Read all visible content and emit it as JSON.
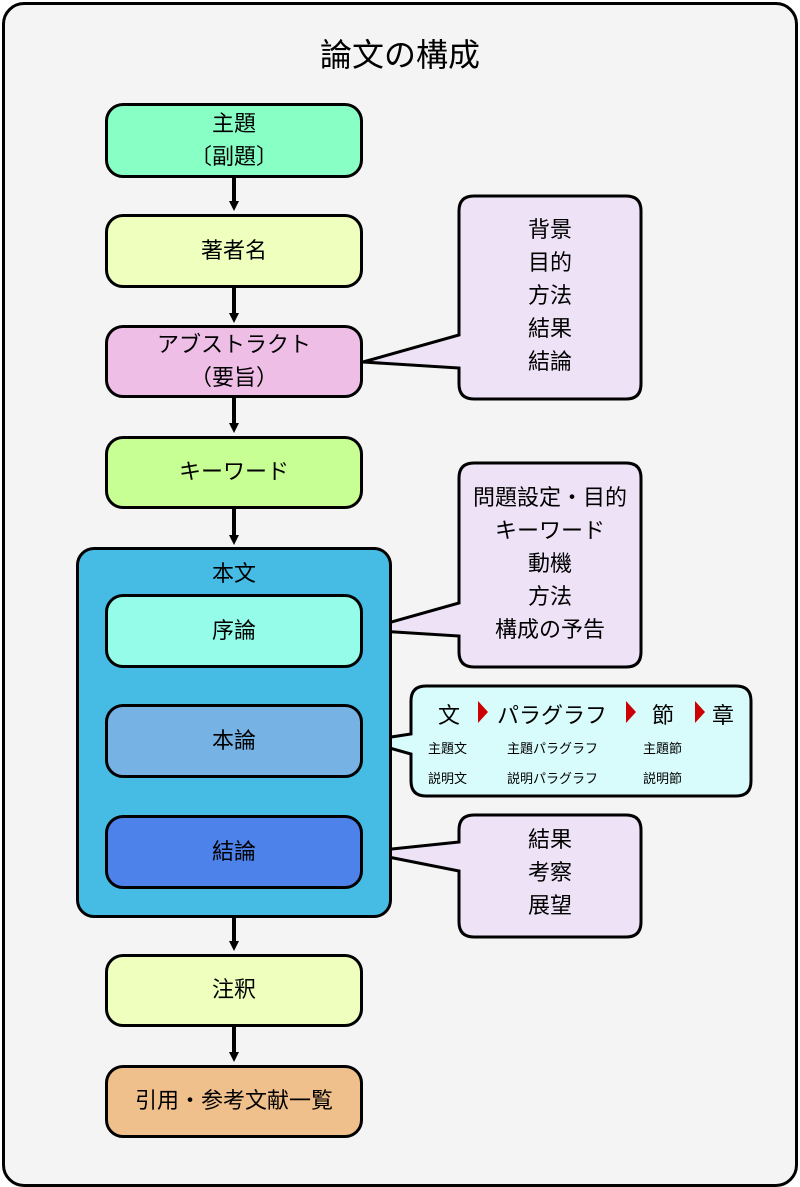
{
  "title": "論文の構成",
  "colors": {
    "background": "#f4f4f4",
    "title_box": "#88ffc4",
    "author": "#eeffbe",
    "abstract": "#efbee7",
    "keyword": "#c8ff94",
    "body": "#46bce4",
    "intro": "#94fce8",
    "main": "#76b3e4",
    "conclusion": "#4c82ea",
    "notes": "#eeffbe",
    "references": "#f0c08c",
    "callout": "#ede2f6",
    "paragraph_callout": "#d8fcfc",
    "triangle": "#cc0000"
  },
  "sections": {
    "title_line1": "主題",
    "title_line2": "〔副題〕",
    "author": "著者名",
    "abstract_line1": "アブストラクト",
    "abstract_line2": "（要旨）",
    "keyword": "キーワード",
    "body": "本文",
    "intro": "序論",
    "main": "本論",
    "conclusion": "結論",
    "notes": "注釈",
    "references": "引用・参考文献一覧"
  },
  "abstract_note": [
    "背景",
    "目的",
    "方法",
    "結果",
    "結論"
  ],
  "intro_note": [
    "問題設定・目的",
    "キーワード",
    "動機",
    "方法",
    "構成の予告"
  ],
  "conclusion_note": [
    "結果",
    "考察",
    "展望"
  ],
  "main_note": {
    "flow": [
      "文",
      "パラグラフ",
      "節",
      "章"
    ],
    "row1": [
      "主題文",
      "主題パラグラフ",
      "主題節"
    ],
    "row2": [
      "説明文",
      "説明パラグラフ",
      "説明節"
    ]
  }
}
